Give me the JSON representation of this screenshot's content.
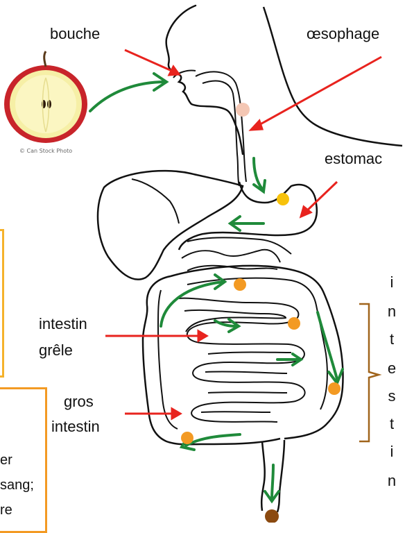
{
  "labels": {
    "bouche": "bouche",
    "oesophage": "œsophage",
    "estomac": "estomac",
    "intestin_grele_1": "intestin",
    "intestin_grele_2": "grêle",
    "gros_intestin_1": "gros",
    "gros_intestin_2": "intestin",
    "vertical_letters": [
      "i",
      "n",
      "t",
      "e",
      "s",
      "t",
      "i",
      "n"
    ]
  },
  "apple_credit": "© Can Stock Photo",
  "partial_text": [
    "er",
    "sang;",
    "re"
  ],
  "colors": {
    "label_arrow": "#e8231e",
    "flow_arrow": "#1f8a3a",
    "bolus_pink": "#f4c7b4",
    "bolus_yellow": "#f7c20c",
    "bolus_orange": "#f39a23",
    "waste_brown": "#8b4a10",
    "bracket": "#a0641c",
    "box_yellow": "#f5b22b",
    "box_orange": "#f39a23"
  }
}
